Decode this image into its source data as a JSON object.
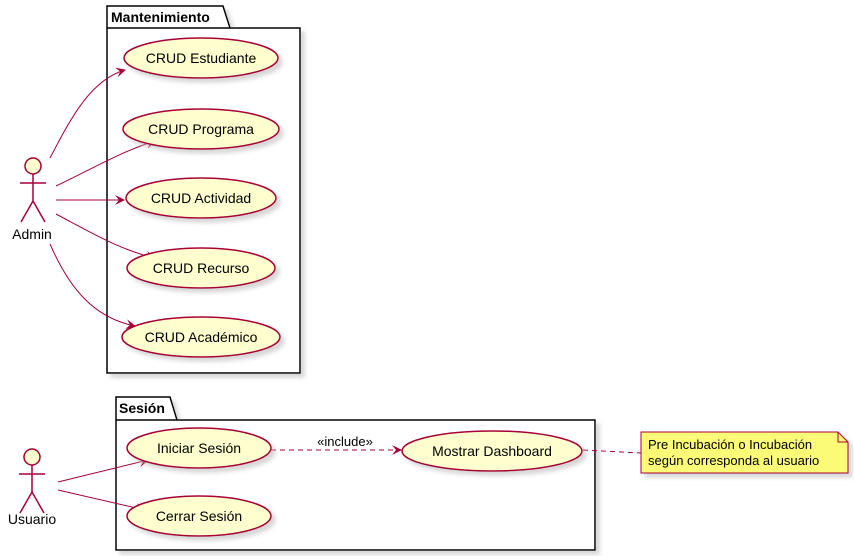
{
  "colors": {
    "usecase_fill": "#FEFECE",
    "usecase_stroke": "#A80036",
    "note_fill": "#FBFB77",
    "note_stroke": "#A80036",
    "arrow": "#A80036",
    "package_stroke": "#000000",
    "shadow": "#c8c8c8"
  },
  "packages": {
    "maintenance": {
      "title": "Mantenimiento"
    },
    "session": {
      "title": "Sesión"
    }
  },
  "actors": {
    "admin": {
      "name": "Admin",
      "icon": "stick-figure"
    },
    "user": {
      "name": "Usuario",
      "icon": "stick-figure"
    }
  },
  "usecases": {
    "crud_student": "CRUD Estudiante",
    "crud_program": "CRUD Programa",
    "crud_activity": "CRUD Actividad",
    "crud_resource": "CRUD Recurso",
    "crud_academic": "CRUD Académico",
    "login": "Iniciar Sesión",
    "logout": "Cerrar Sesión",
    "dashboard": "Mostrar Dashboard"
  },
  "relations": {
    "include_label": "«include»"
  },
  "note": {
    "line1": "Pre Incubación o Incubación",
    "line2": "según corresponda al usuario"
  }
}
